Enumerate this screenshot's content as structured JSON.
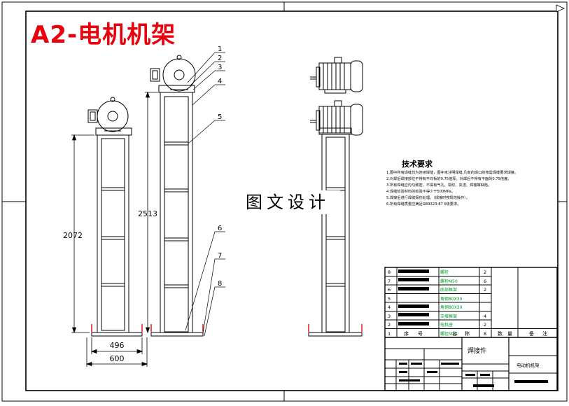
{
  "title": "A2-电机机架",
  "watermark": "图文设计",
  "dimensions": {
    "height_left": "2072",
    "height_mid": "2513",
    "width_inner": "496",
    "width_outer": "600"
  },
  "balloons": [
    "1",
    "2",
    "3",
    "4",
    "5",
    "6",
    "7",
    "8"
  ],
  "tech": {
    "title": "技术要求",
    "notes": [
      "1.图中所有焊缝均为连续焊缝，图中未注明焊缝,凡有的焊口的按需焊缝要求焊接。",
      "2.对焊后焊接部位不得有平均板的0.75倍厚。对焊后不得有平面的0.75倍度。",
      "3.所有焊缝应均匀致密，不得有气孔、裂纹、夹渣、焊瘤等缺陷。",
      "4.焊缝检验材料的检验不得少于500MPa。",
      "5.焊接后进行焊缝探伤处理。（焊接时按规范操作）。",
      "6.所有焊缝质量应满足GB3323-87 II级要求。"
    ]
  },
  "bom": {
    "rows": [
      {
        "no": "8",
        "name": "螺栓",
        "qty": "2"
      },
      {
        "no": "7",
        "name": "螺栓M50",
        "qty": "6"
      },
      {
        "no": "6",
        "name": "底部框架",
        "qty": "2"
      },
      {
        "no": "5",
        "name": "角钢80X30",
        "qty": ""
      },
      {
        "no": "4",
        "name": "角钢80X30",
        "qty": ""
      },
      {
        "no": "3",
        "name": "支撑框架",
        "qty": "4"
      },
      {
        "no": "2",
        "name": "电机座",
        "qty": "2"
      },
      {
        "no": "1",
        "name": "螺栓M14",
        "qty": "8"
      }
    ],
    "header": [
      "序",
      "号",
      "名",
      "称",
      "数",
      "量",
      "备",
      "注"
    ],
    "drawing_name": "焊接件",
    "drawing_subtitle": "电动机机架"
  }
}
